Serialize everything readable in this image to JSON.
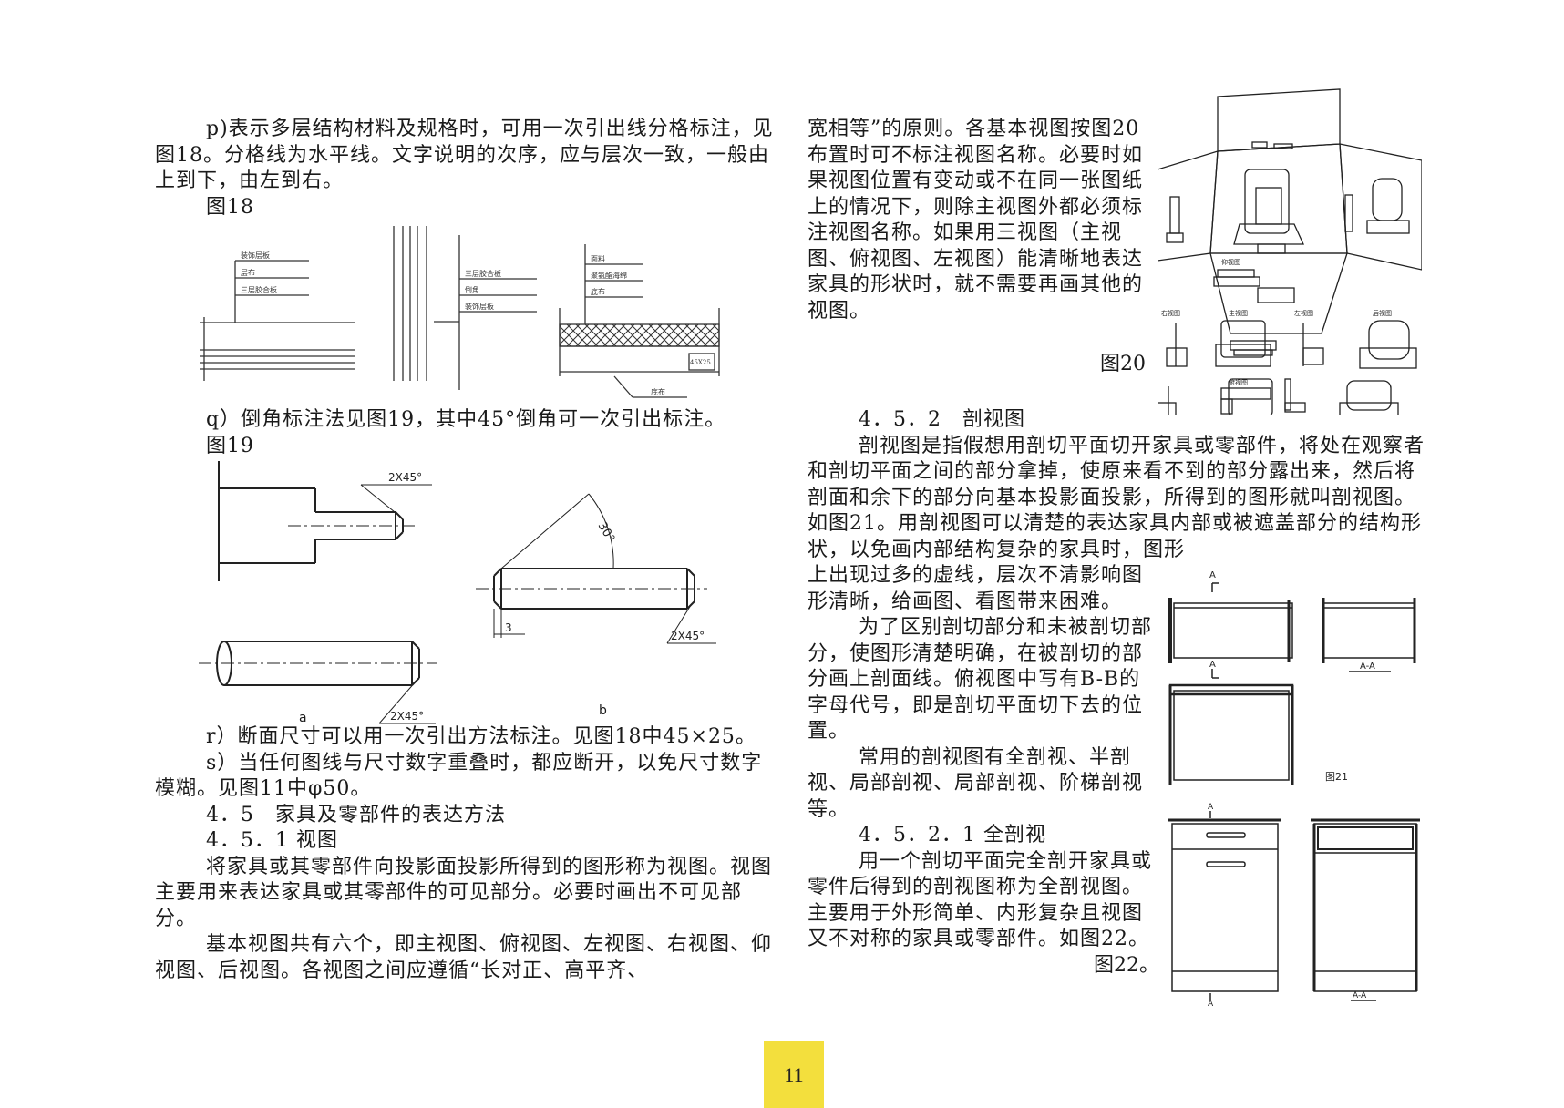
{
  "left_column": {
    "p_item": "p)表示多层结构材料及规格时，可用一次引出线分格标注，见图18。分格线为水平线。文字说明的次序，应与层次一致，一般由上到下，由左到右。",
    "fig18_label": "图18",
    "q_item": "q）倒角标注法见图19，其中45°倒角可一次引出标注。",
    "fig19_label": "图19",
    "r_item": "r）断面尺寸可以用一次引出方法标注。见图18中45×25。",
    "s_item": "s）当任何图线与尺寸数字重叠时，都应断开，以免尺寸数字模糊。见图11中φ50。",
    "sec_4_5": "4．5　家具及零部件的表达方法",
    "sec_4_5_1": "4．5．1 视图",
    "para_view_1": "将家具或其零部件向投影面投影所得到的图形称为视图。视图主要用来表达家具或其零部件的可见部分。必要时画出不可见部分。",
    "para_view_2": "基本视图共有六个，即主视图、俯视图、左视图、右视图、仰视图、后视图。各视图之间应遵循“长对正、高平齐、"
  },
  "fig18": {
    "a_labels": [
      "装饰层板",
      "层布",
      "三层胶合板"
    ],
    "b_labels": [
      "三层胶合板",
      "倒角",
      "装饰层板"
    ],
    "c_labels": [
      "面料",
      "聚氨酯海绵",
      "底布"
    ],
    "c_dim": "45X25",
    "c_bottom": "底布"
  },
  "fig19": {
    "dim_a": "2X45°",
    "dim_b_angle": "30°",
    "dim_b_len": "3",
    "dim_b_chamfer": "2X45°",
    "dim_c": "2X45°",
    "label_a": "a",
    "label_b": "b"
  },
  "right_column": {
    "para_top": "宽相等”的原则。各基本视图按图20布置时可不标注视图名称。必要时如果视图位置有变动或不在同一张图纸上的情况下，则除主视图外都必须标注视图名称。如果用三视图（主视图、俯视图、左视图）能清晰地表达家具的形状时，就不需要再画其他的视图。",
    "fig20_label": "图20",
    "sec_4_5_2": "4．5．2　剖视图",
    "para_section": "剖视图是指假想用剖切平面切开家具或零部件，将处在观察者和剖切平面之间的部分拿掉，使原来看不到的部分露出来，然后将剖面和余下的部分向基本投影面投影，所得到的图形就叫剖视图。如图21。用剖视图可以清楚的表达家具内部或被遮盖部分的结构形状，以免画内部结构复杂的家具时，图形",
    "para_section_b": "上出现过多的虚线，层次不清影响图形清晰，给画图、看图带来困难。",
    "para_distinguish": "为了区别剖切部分和未被剖切部分，使图形清楚明确，在被剖切的部分画上剖面线。俯视图中写有B-B的字母代号，即是剖切平面切下去的位置。",
    "para_common": "常用的剖视图有全剖视、半剖视、局部剖视、局部剖视、阶梯剖视等。",
    "sec_4_5_2_1": "4．5．2．1 全剖视",
    "para_full": "用一个剖切平面完全剖开家具或零件后得到的剖视图称为全剖视图。主要用于外形简单、内形复杂且视图又不对称的家具或零部件。如图22。",
    "fig22_label": "图22。"
  },
  "fig20": {
    "view_labels": [
      "仰视图",
      "右视图",
      "主视图",
      "左视图",
      "后视图",
      "俯视图"
    ]
  },
  "fig21": {
    "cut_a_top": "A",
    "cut_a_bottom": "A",
    "section_label": "A-A",
    "caption": "图21"
  },
  "fig22": {
    "cut_top": "A",
    "cut_bottom": "A",
    "section_label": "A-A"
  },
  "page_number": "11"
}
